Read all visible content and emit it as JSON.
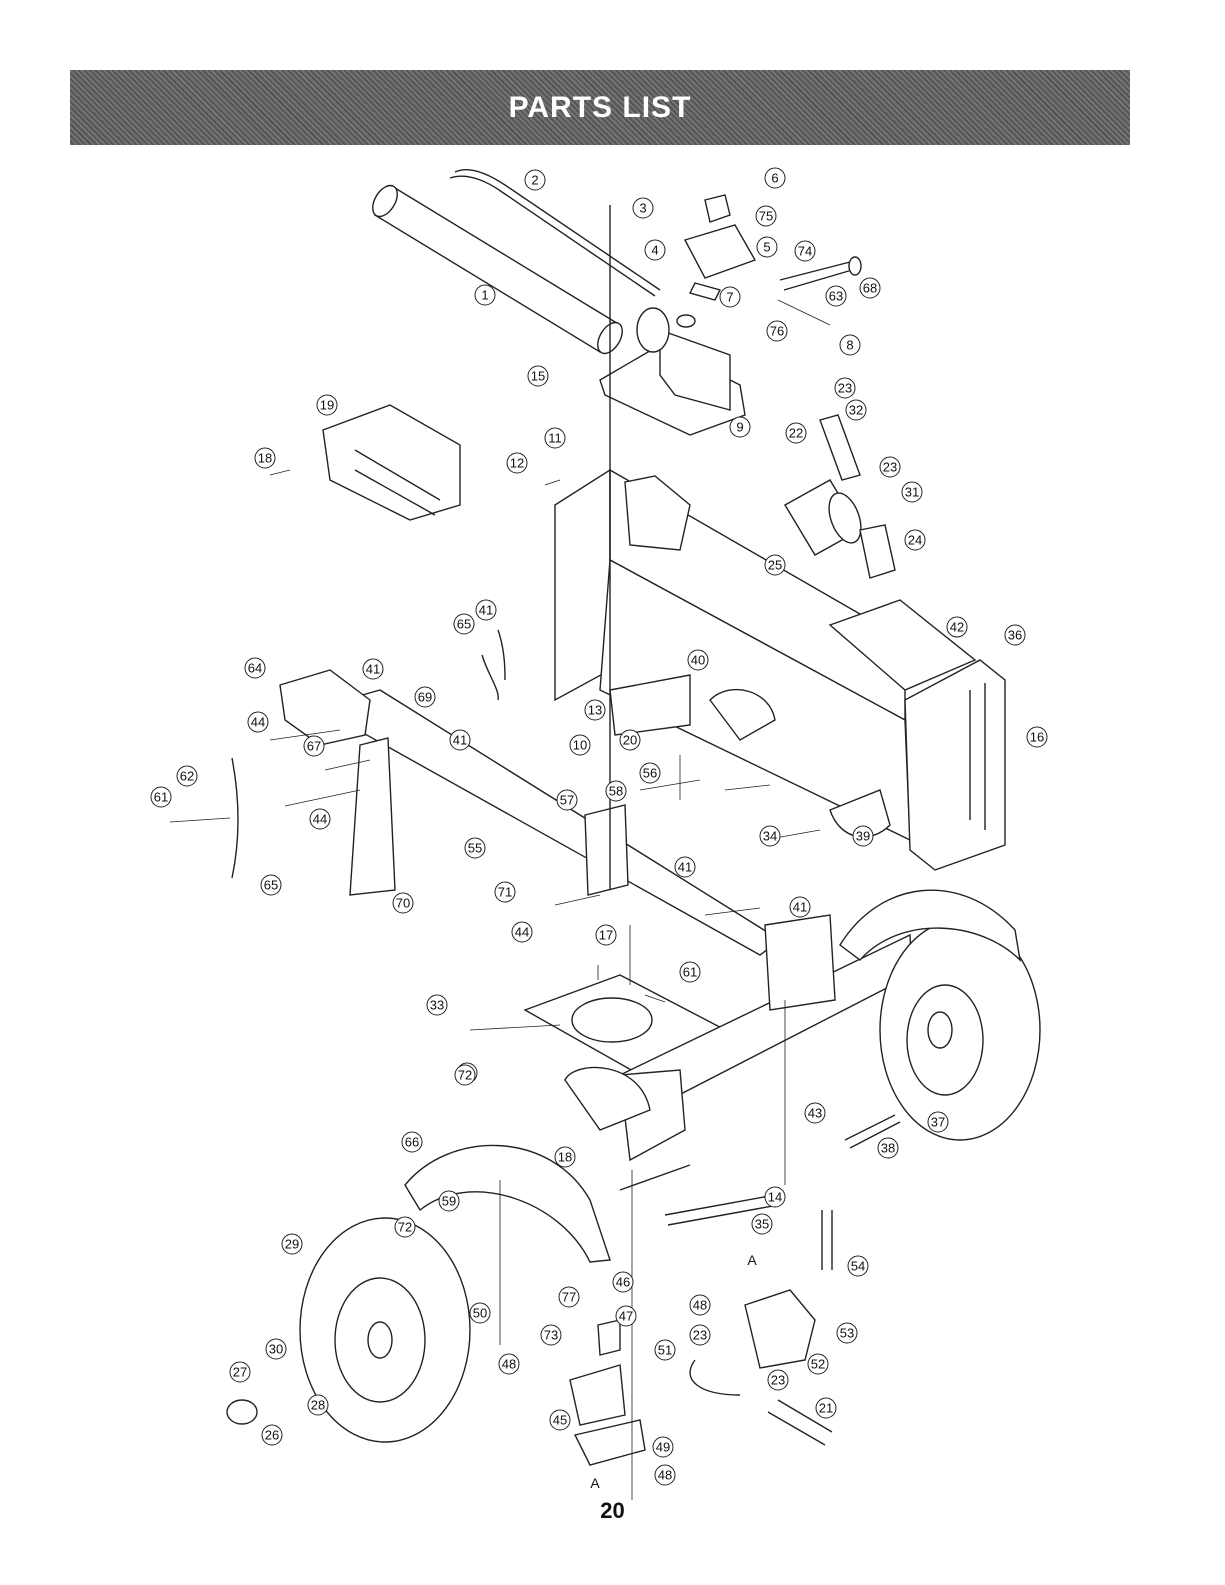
{
  "header": {
    "title": "PARTS LIST"
  },
  "page": {
    "number": "20"
  },
  "diagram": {
    "callouts": [
      "1",
      "2",
      "3",
      "4",
      "5",
      "6",
      "7",
      "8",
      "9",
      "10",
      "11",
      "12",
      "13",
      "14",
      "15",
      "16",
      "17",
      "18",
      "18",
      "19",
      "20",
      "21",
      "22",
      "23",
      "23",
      "23",
      "23",
      "24",
      "25",
      "26",
      "27",
      "28",
      "29",
      "30",
      "31",
      "32",
      "33",
      "34",
      "35",
      "36",
      "37",
      "38",
      "39",
      "40",
      "41",
      "41",
      "41",
      "41",
      "41",
      "42",
      "43",
      "44",
      "44",
      "44",
      "45",
      "46",
      "47",
      "48",
      "48",
      "48",
      "49",
      "50",
      "51",
      "52",
      "53",
      "54",
      "55",
      "56",
      "57",
      "58",
      "59",
      "59",
      "61",
      "61",
      "62",
      "63",
      "64",
      "65",
      "65",
      "66",
      "67",
      "68",
      "69",
      "70",
      "71",
      "72",
      "72",
      "73",
      "74",
      "75",
      "76",
      "77"
    ],
    "reference_letters": [
      "A",
      "A"
    ]
  }
}
